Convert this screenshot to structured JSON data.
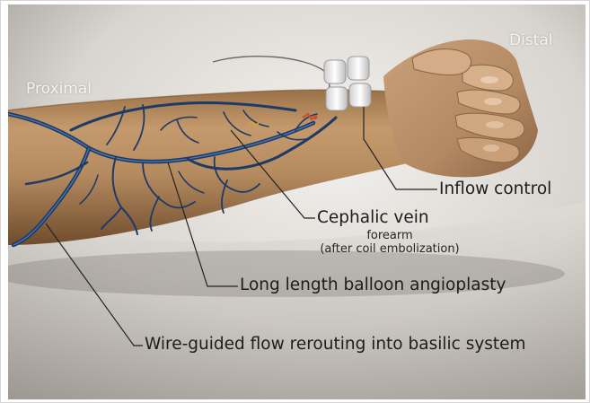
{
  "labels": {
    "proximal": "Proximal",
    "distal": "Distal",
    "inflow_control": "Inflow control",
    "cephalic_vein": "Cephalic vein",
    "cephalic_sub1": "forearm",
    "cephalic_sub2": "(after coil embolization)",
    "balloon": "Long length balloon angioplasty",
    "wire": "Wire-guided flow rerouting into basilic system"
  },
  "colors": {
    "skin": "#b48a5f",
    "skin_shadow": "#8a6441",
    "vein": "#1e3a66",
    "vein_highlight": "#4a7ab0",
    "background": "#d9d6d1",
    "coil": "#d04a2c"
  }
}
